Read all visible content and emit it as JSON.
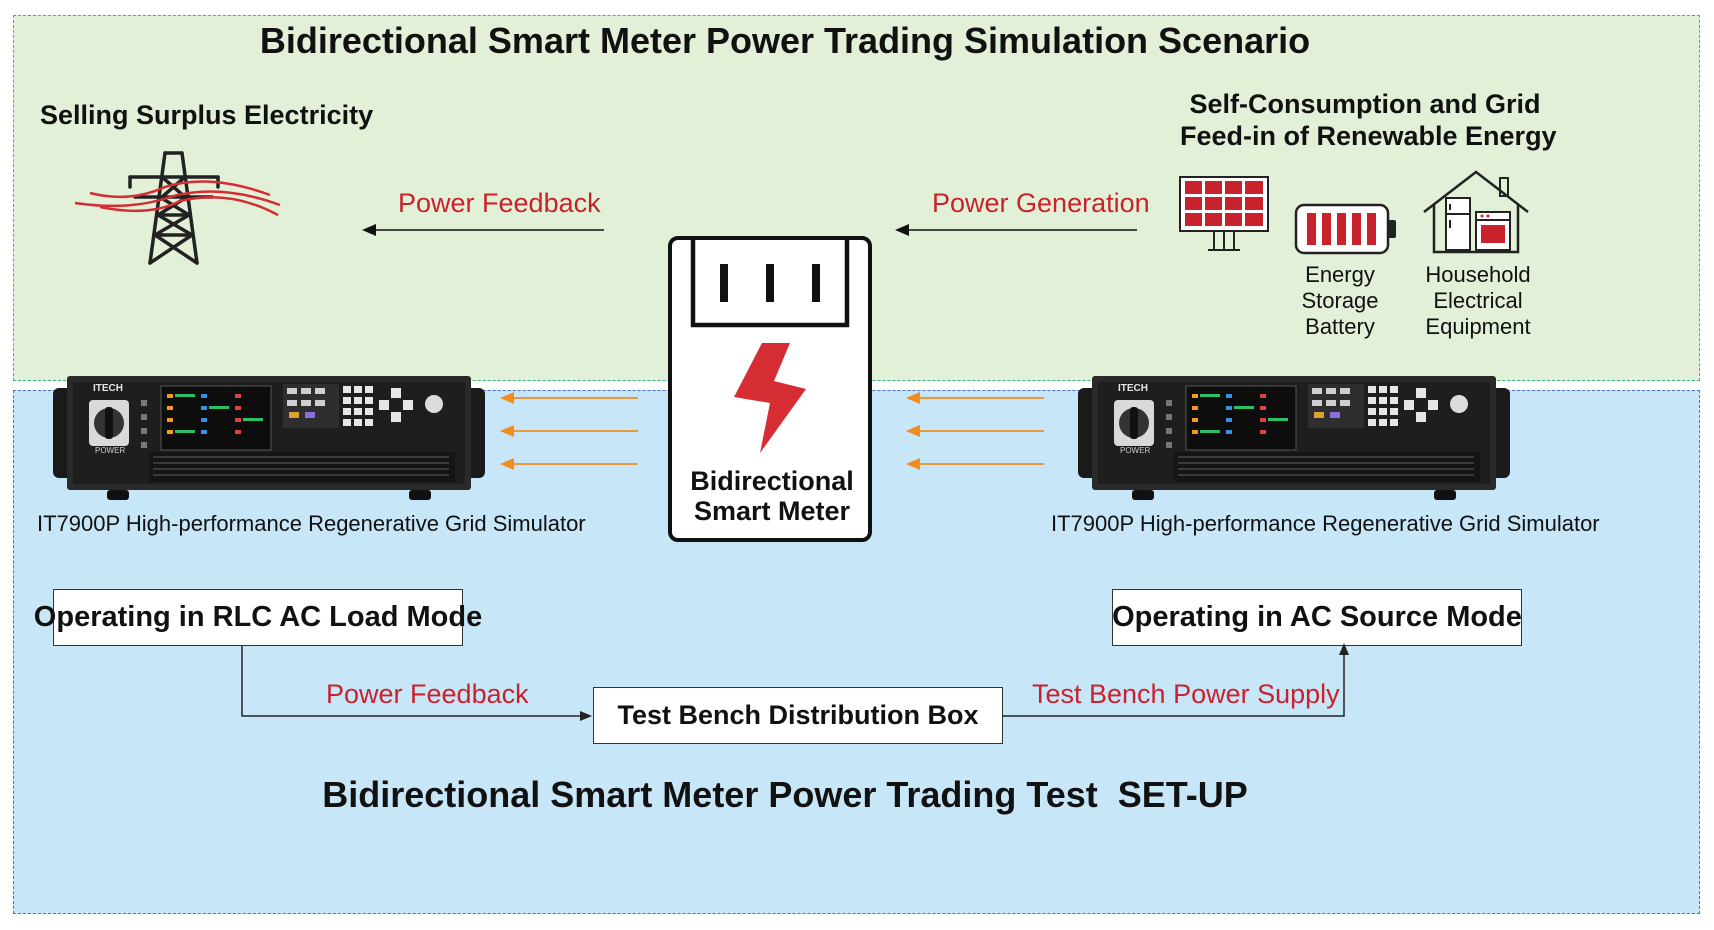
{
  "top_title": "Bidirectional Smart Meter Power Trading Simulation Scenario",
  "left_heading": "Selling Surplus Electricity",
  "right_heading_line1": "Self-Consumption and Grid",
  "right_heading_line2": "Feed-in of Renewable Energy",
  "arrow_left_label": "Power Feedback",
  "arrow_right_label": "Power Generation",
  "icons": {
    "battery_caption": [
      "Energy",
      "Storage",
      "Battery"
    ],
    "household_caption": [
      "Household",
      "Electrical",
      "Equipment"
    ]
  },
  "meter_label_line1": "Bidirectional",
  "meter_label_line2": "Smart Meter",
  "device_left_label": "IT7900P High-performance Regenerative Grid Simulator",
  "device_right_label": "IT7900P High-performance Regenerative Grid Simulator",
  "device_brand": "ITECH",
  "device_power_label": "POWER",
  "left_mode_box": "Operating in RLC AC Load Mode",
  "right_mode_box": "Operating in AC Source Mode",
  "center_box": "Test Bench Distribution Box",
  "bottom_left_flow_label": "Power Feedback",
  "bottom_right_flow_label": "Test Bench Power Supply",
  "bottom_title": "Bidirectional Smart Meter Power Trading Test  SET-UP",
  "colors": {
    "accent_red": "#c8232c",
    "arrow_orange": "#f28c1c",
    "top_panel": "#e3f0d8",
    "bottom_panel": "#c7e6f8"
  }
}
